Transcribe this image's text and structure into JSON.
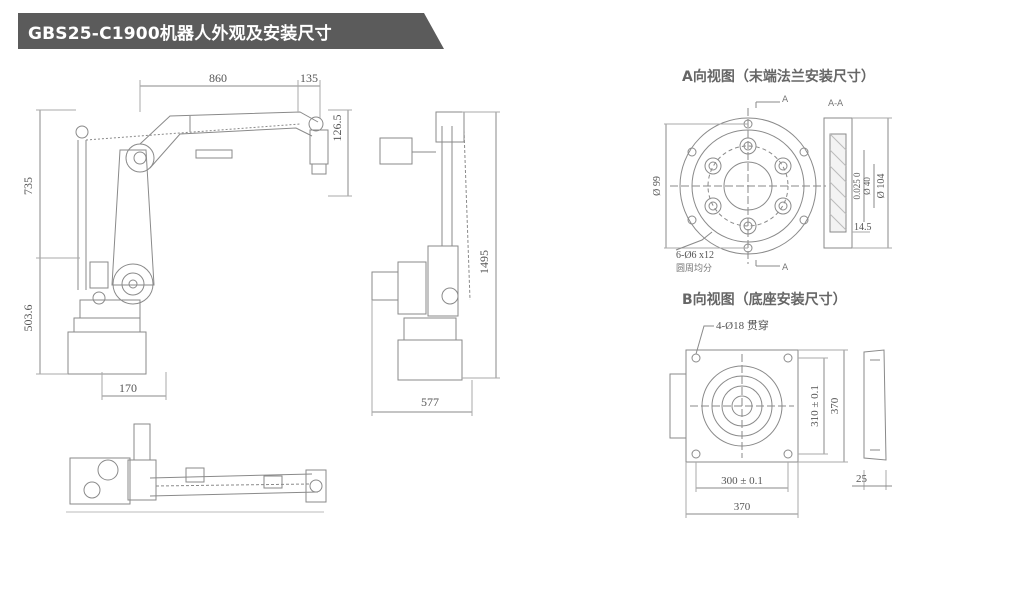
{
  "header": {
    "title": "GBS25-C1900机器人外观及安装尺寸",
    "banner_color": "#5b5b5b"
  },
  "side_view": {
    "dim_top_arm": "860",
    "dim_top_wrist": "135",
    "dim_wrist_height": "126.5",
    "dim_upper_height": "735",
    "dim_base_height": "503.6",
    "dim_base_width": "170"
  },
  "front_view": {
    "dim_total_height": "1495",
    "dim_width": "577"
  },
  "view_a": {
    "title": "A向视图（末端法兰安装尺寸）",
    "section_mark": "A",
    "section_mark_bottom": "A",
    "section_label": "A-A",
    "dim_outer_dia": "Ø 99",
    "dim_inner_dia": "Ø 40",
    "dim_h7": "0.025 0",
    "dim_flange_dia": "Ø 104",
    "dim_depth": "14.5",
    "hole_spec": "6-Ø6 x12",
    "hole_note": "圆周均分"
  },
  "view_b": {
    "title": "B向视图（底座安装尺寸）",
    "hole_spec": "4-Ø18  贯穿",
    "dim_hole_spacing_v": "310 ± 0.1",
    "dim_outer_v": "370",
    "dim_hole_spacing_h": "300 ± 0.1",
    "dim_outer_h": "370",
    "dim_thickness": "25"
  },
  "colors": {
    "line": "#8a8a8a",
    "text": "#555555"
  }
}
